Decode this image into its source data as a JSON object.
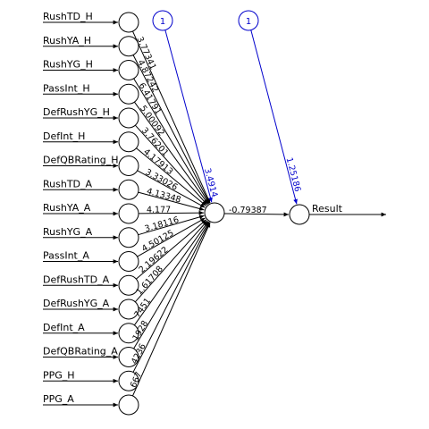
{
  "network": {
    "inputs": [
      "RushTD_H",
      "RushYA_H",
      "RushYG_H",
      "PassInt_H",
      "DefRushYG_H",
      "DefInt_H",
      "DefQBRating_H",
      "RushTD_A",
      "RushYA_A",
      "RushYG_A",
      "PassInt_A",
      "DefRushTD_A",
      "DefRushYG_A",
      "DefInt_A",
      "DefQBRating_A",
      "PPG_H",
      "PPG_A"
    ],
    "input_weights": [
      "3.77341",
      "4.87242",
      "6.41791",
      "5.00092",
      "3.76201",
      "4.17913",
      "3.33026",
      "4.13348",
      "4.177",
      "3.18116",
      "4.50125",
      "2.19622",
      "1.61708",
      "7451",
      "1928",
      "4236",
      "667"
    ],
    "bias_hidden": {
      "label": "1",
      "weight": "3.4914"
    },
    "bias_output": {
      "label": "1",
      "weight": "1.25186"
    },
    "hidden_to_output_weight": "-0.79387",
    "output_label": "Result"
  },
  "colors": {
    "edge": "#000000",
    "bias_edge": "#0000cc",
    "node_fill": "#ffffff"
  }
}
